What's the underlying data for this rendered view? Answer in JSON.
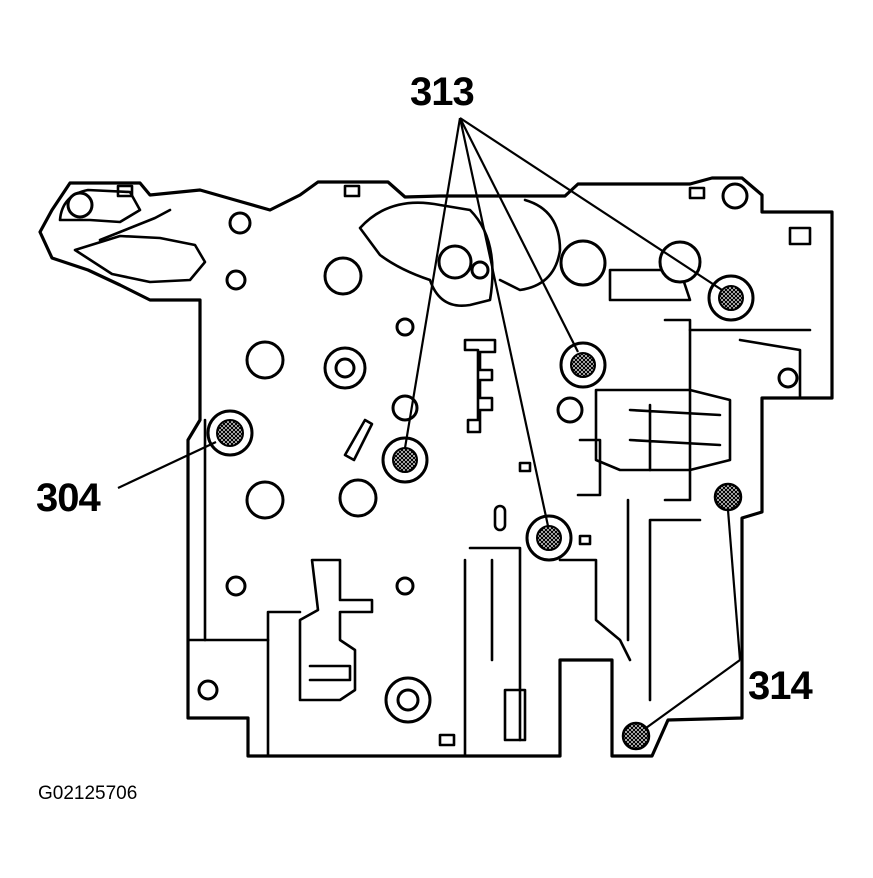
{
  "callouts": {
    "bolt_group_upper": "313",
    "bolt_left": "304",
    "bolt_group_lower_right": "314"
  },
  "figure_code": "G02125706"
}
